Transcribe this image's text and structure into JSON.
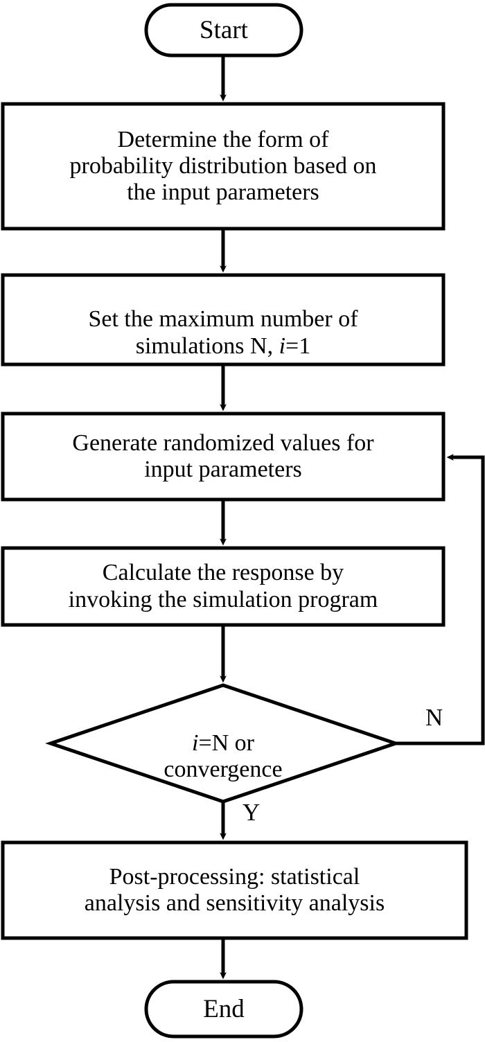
{
  "diagram": {
    "title": "Monte Carlo simulation flowchart",
    "type": "flowchart",
    "orientation": "top-to-bottom",
    "background_color": "#ffffff",
    "line_color": "#000000",
    "text_color": "#000000"
  },
  "nodes": {
    "start": {
      "shape": "terminator",
      "label": "Start"
    },
    "determine_distribution": {
      "shape": "process",
      "label": "Determine the form of\nprobability distribution based on\nthe input parameters"
    },
    "set_max_simulations": {
      "shape": "process",
      "label_part1": "Set the maximum number of\nsimulations N, ",
      "label_italic": "i",
      "label_part2": "=1",
      "label_plain": "Set the maximum number of simulations N, i=1"
    },
    "generate_random_values": {
      "shape": "process",
      "label": "Generate randomized values for\ninput parameters"
    },
    "calculate_response": {
      "shape": "process",
      "label": "Calculate the response by\ninvoking the simulation program"
    },
    "decision_converged": {
      "shape": "decision",
      "label_italic": "i",
      "label_part1": "=N or",
      "label_part2": "convergence",
      "label_plain": "i=N or convergence"
    },
    "post_processing": {
      "shape": "process",
      "label": "Post-processing: statistical\nanalysis and sensitivity analysis"
    },
    "end": {
      "shape": "terminator",
      "label": "End"
    }
  },
  "edge_labels": {
    "no_branch": "N",
    "yes_branch": "Y"
  },
  "edges": [
    {
      "from": "start",
      "to": "determine_distribution",
      "label": ""
    },
    {
      "from": "determine_distribution",
      "to": "set_max_simulations",
      "label": ""
    },
    {
      "from": "set_max_simulations",
      "to": "generate_random_values",
      "label": ""
    },
    {
      "from": "generate_random_values",
      "to": "calculate_response",
      "label": ""
    },
    {
      "from": "calculate_response",
      "to": "decision_converged",
      "label": ""
    },
    {
      "from": "decision_converged",
      "to": "post_processing",
      "label": "Y"
    },
    {
      "from": "decision_converged",
      "to": "generate_random_values",
      "label": "N"
    },
    {
      "from": "post_processing",
      "to": "end",
      "label": ""
    }
  ]
}
